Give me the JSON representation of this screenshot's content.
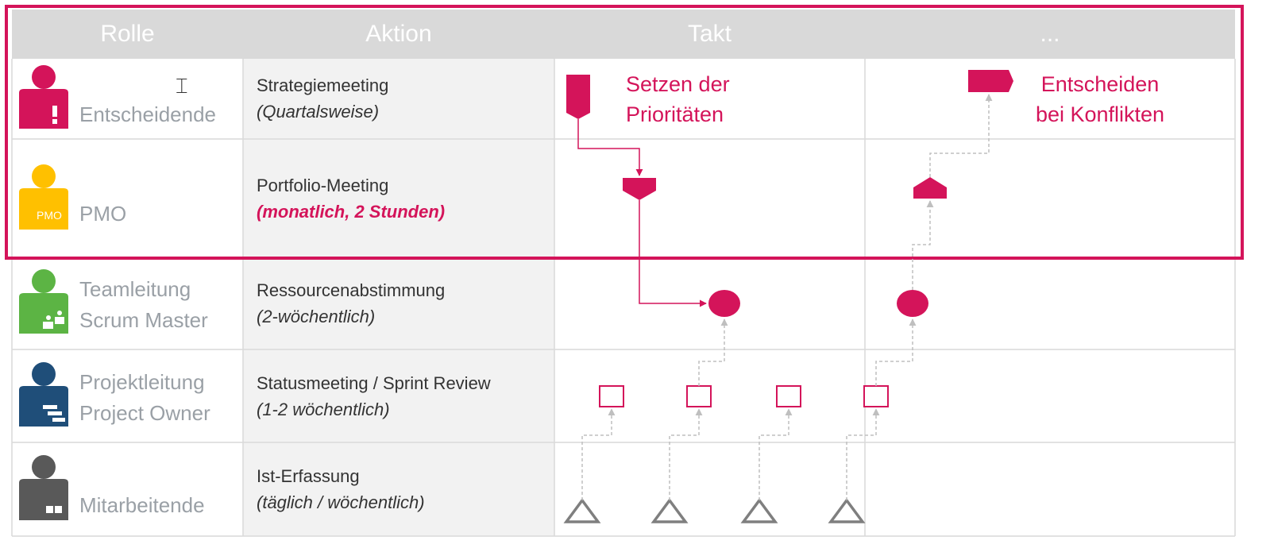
{
  "header": {
    "columns": [
      "Rolle",
      "Aktion",
      "Takt",
      "..."
    ]
  },
  "rows": [
    {
      "role_lines": [
        "Entscheidende"
      ],
      "icon": "person-exclamation-icon",
      "color": "#d4145a",
      "action": "Strategiemeeting",
      "frequency": "(Quartalsweise)",
      "frequency_highlight": false
    },
    {
      "role_lines": [
        "PMO"
      ],
      "icon": "person-pmo-icon",
      "icon_text": "PMO",
      "color": "#ffc000",
      "action": "Portfolio-Meeting",
      "frequency": "(monatlich, 2 Stunden)",
      "frequency_highlight": true
    },
    {
      "role_lines": [
        "Teamleitung",
        "Scrum Master"
      ],
      "icon": "person-team-icon",
      "color": "#5cb444",
      "action": "Ressourcenabstimmung",
      "frequency": "(2-wöchentlich)",
      "frequency_highlight": false
    },
    {
      "role_lines": [
        "Projektleitung",
        "Project Owner"
      ],
      "icon": "person-gantt-icon",
      "color": "#1f4e79",
      "action": "Statusmeeting / Sprint Review",
      "frequency": "(1-2 wöchentlich)",
      "frequency_highlight": false
    },
    {
      "role_lines": [
        "Mitarbeitende"
      ],
      "icon": "person-boxes-icon",
      "color": "#595959",
      "action": "Ist-Erfassung",
      "frequency": "(täglich  / wöchentlich)",
      "frequency_highlight": false
    }
  ],
  "annotations": {
    "left": [
      "Setzen der",
      "Prioritäten"
    ],
    "right": [
      "Entscheiden",
      "bei Konflikten"
    ]
  },
  "colors": {
    "accent": "#d4145a",
    "header_bg": "#d9d9d9",
    "action_bg": "#f2f2f2",
    "grid": "#d9d9d9",
    "gray_arrow": "#bfbfbf",
    "triangle": "#7f7f7f"
  }
}
